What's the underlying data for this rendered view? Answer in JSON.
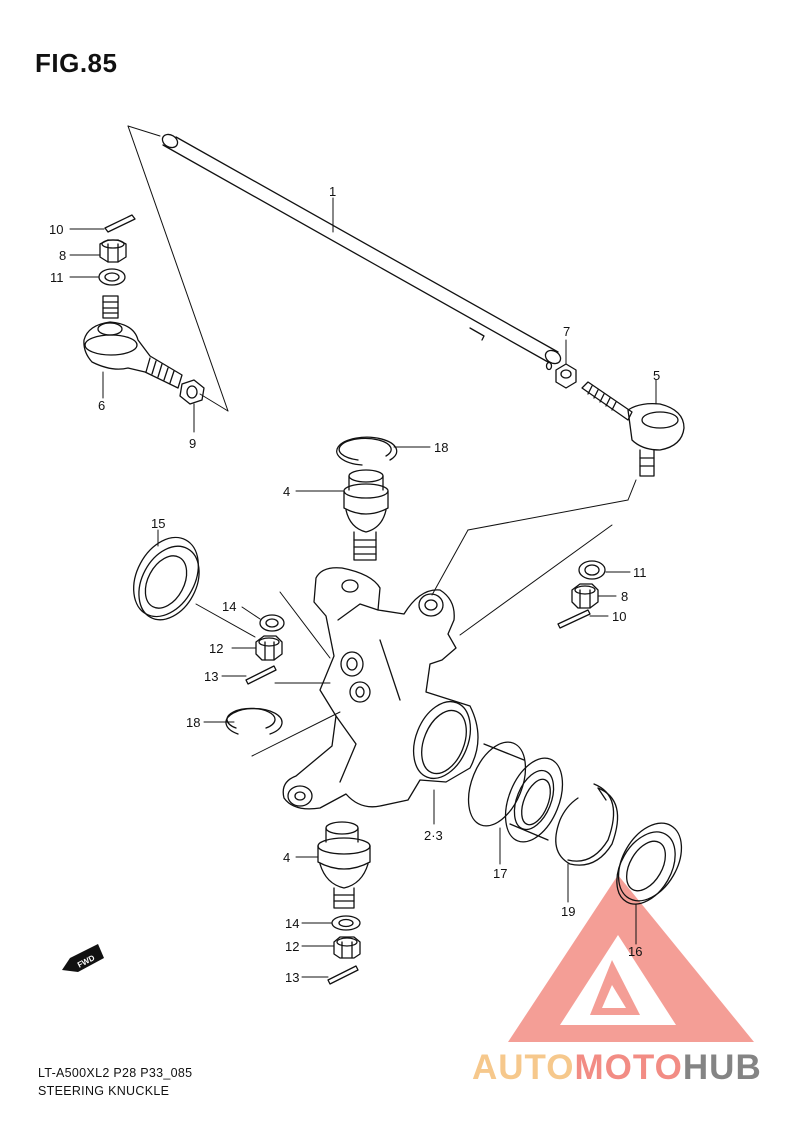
{
  "figure": {
    "title": "FIG.85"
  },
  "parts": [
    {
      "label": "1"
    },
    {
      "label": "2·3"
    },
    {
      "label": "4"
    },
    {
      "label": "4"
    },
    {
      "label": "5"
    },
    {
      "label": "6"
    },
    {
      "label": "7"
    },
    {
      "label": "8"
    },
    {
      "label": "8"
    },
    {
      "label": "9"
    },
    {
      "label": "10"
    },
    {
      "label": "10"
    },
    {
      "label": "11"
    },
    {
      "label": "11"
    },
    {
      "label": "12"
    },
    {
      "label": "12"
    },
    {
      "label": "13"
    },
    {
      "label": "13"
    },
    {
      "label": "14"
    },
    {
      "label": "14"
    },
    {
      "label": "15"
    },
    {
      "label": "16"
    },
    {
      "label": "17"
    },
    {
      "label": "18"
    },
    {
      "label": "18"
    },
    {
      "label": "19"
    }
  ],
  "direction_badge": {
    "label": "FWD"
  },
  "footer": {
    "model_line": "LT-A500XL2 P28 P33_085",
    "section_title": "STEERING KNUCKLE"
  },
  "watermark": {
    "part1": "AUTO",
    "part2": "MOTO",
    "part3": "HUB"
  },
  "colors": {
    "line": "#111111",
    "watermark_red": "#f06e64",
    "watermark_orange": "#f5be78",
    "watermark_gray": "#6e6e6e"
  }
}
